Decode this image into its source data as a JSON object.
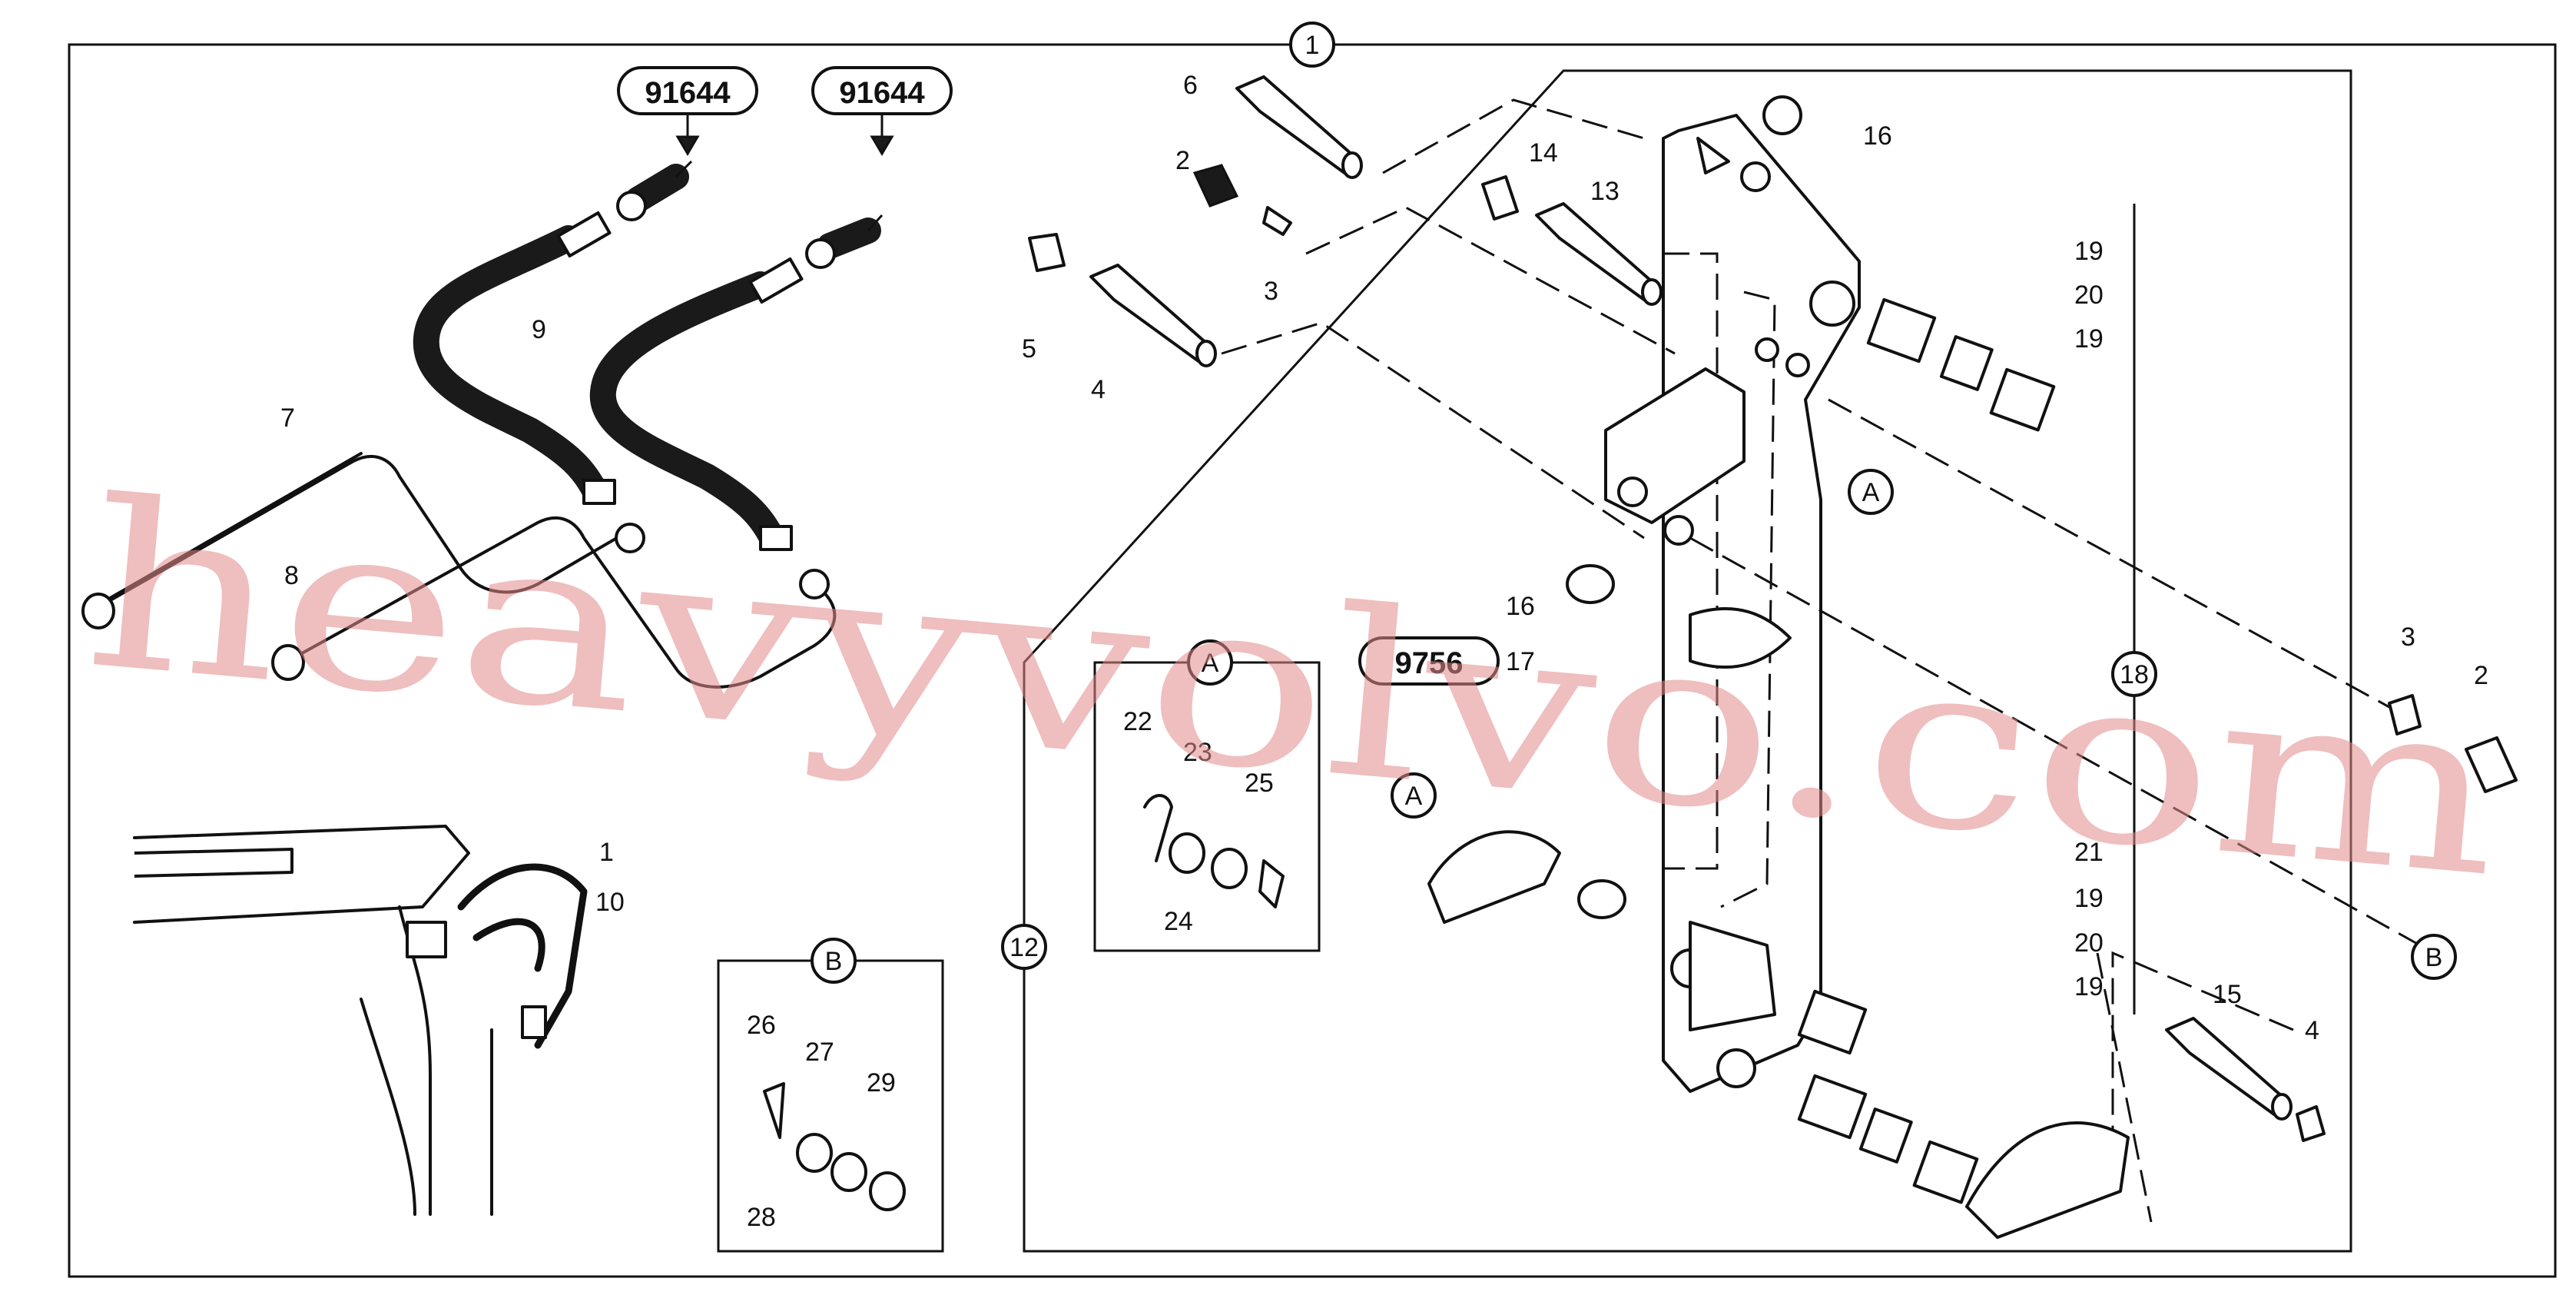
{
  "references": {
    "hose_ref_left": "91644",
    "hose_ref_right": "91644",
    "boom_ref": "9756"
  },
  "callouts": {
    "c1": "1",
    "c2": "2",
    "c3": "3",
    "c4": "4",
    "c5": "5",
    "c6": "6",
    "c7": "7",
    "c8": "8",
    "c9": "9",
    "c10": "10",
    "c12": "12",
    "c13": "13",
    "c14": "14",
    "c15": "15",
    "c16": "16",
    "c17": "17",
    "c18": "18",
    "c19": "19",
    "c20": "20",
    "c21": "21",
    "c22": "22",
    "c23": "23",
    "c24": "24",
    "c25": "25",
    "c26": "26",
    "c27": "27",
    "c28": "28",
    "c29": "29"
  },
  "detail_markers": {
    "a": "A",
    "b": "B"
  },
  "watermark": "heavyvolvo.com",
  "colors": {
    "line": "#111111",
    "watermark": "#e28a8a",
    "background": "#ffffff"
  }
}
